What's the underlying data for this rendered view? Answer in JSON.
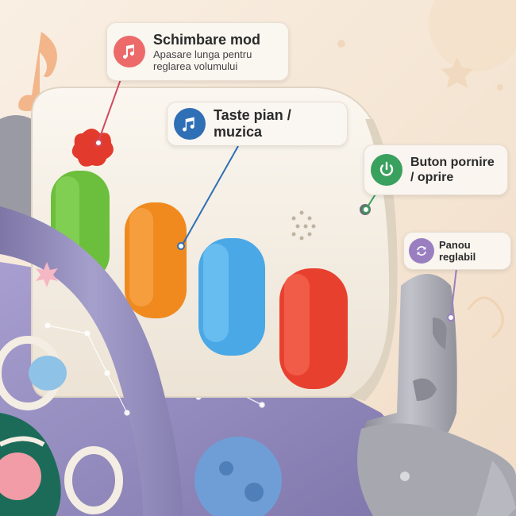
{
  "callouts": {
    "mode": {
      "title": "Schimbare mod",
      "subtitle": "Apasare lunga pentru reglarea volumului",
      "icon": "music-note-icon",
      "color": "#ec6a6a"
    },
    "keys": {
      "title": "Taste pian / muzica",
      "icon": "music-notes-icon",
      "color": "#2f6fb5"
    },
    "power": {
      "title": "Buton pornire / oprire",
      "icon": "power-icon",
      "color": "#3aa05e"
    },
    "panel": {
      "title": "Panou reglabil",
      "icon": "rotate-arrows-icon",
      "color": "#9a7fc0"
    }
  },
  "keys_colors": [
    "#6cbf3c",
    "#f08a1e",
    "#4aa8e6",
    "#e8402f"
  ],
  "accent_colors": {
    "background": "#f7ead9",
    "panel": "#f4ede2",
    "stand": "#a9a9b3",
    "mat": "#8f86b8"
  }
}
